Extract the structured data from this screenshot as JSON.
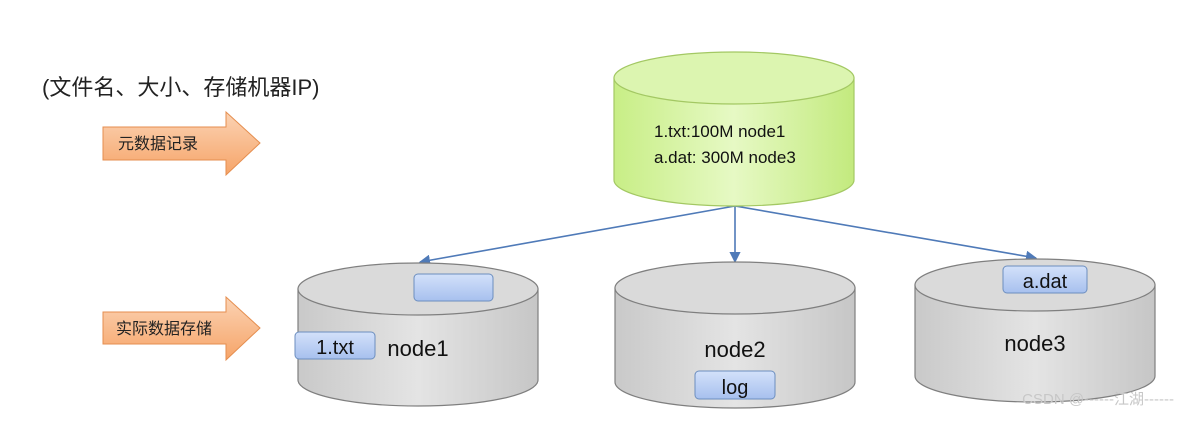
{
  "caption": "(文件名、大小、存储机器IP)",
  "labels": {
    "metadata_record": "元数据记录",
    "actual_storage": "实际数据存储"
  },
  "metadata_server": {
    "lines": [
      "1.txt:100M node1",
      "a.dat: 300M node3"
    ]
  },
  "nodes": [
    {
      "name": "node1",
      "files": [
        "1.txt",
        ""
      ]
    },
    {
      "name": "node2",
      "files": [
        "log"
      ]
    },
    {
      "name": "node3",
      "files": [
        "a.dat"
      ]
    }
  ],
  "watermark": "CSDN @------江湖------",
  "colors": {
    "metadata_fill": "#d7f3a4",
    "node_fill": "#d9d9d9",
    "arrow_fill": "#f9be95",
    "file_fill": "#bcd0f4",
    "connector": "#4f7ab8"
  }
}
